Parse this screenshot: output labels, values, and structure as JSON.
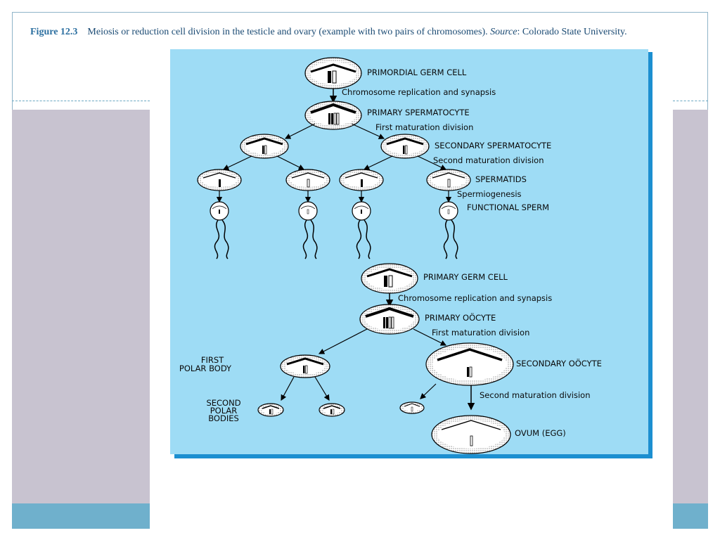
{
  "caption": {
    "figure_label": "Figure 12.3",
    "text_before_source": "Meiosis or reduction cell division in the testicle and ovary (example with two pairs of chromosomes). ",
    "source_word": "Source",
    "source_rest": ": Colorado State University."
  },
  "diagram": {
    "spermatogenesis": {
      "primordial_germ_cell": "PRIMORDIAL GERM CELL",
      "replication": "Chromosome replication and synapsis",
      "primary_spermatocyte": "PRIMARY SPERMATOCYTE",
      "first_division": "First maturation division",
      "secondary_spermatocyte": "SECONDARY SPERMATOCYTE",
      "second_division": "Second maturation division",
      "spermatids": "SPERMATIDS",
      "spermiogenesis": "Spermiogenesis",
      "functional_sperm": "FUNCTIONAL SPERM"
    },
    "oogenesis": {
      "primary_germ_cell": "PRIMARY GERM CELL",
      "replication": "Chromosome replication and synapsis",
      "primary_oocyte": "PRIMARY OÖCYTE",
      "first_division": "First maturation division",
      "first_polar_body_line1": "FIRST",
      "first_polar_body_line2": "POLAR BODY",
      "secondary_oocyte": "SECONDARY OÖCYTE",
      "second_division": "Second maturation division",
      "second_polar_line1": "SECOND",
      "second_polar_line2": "POLAR",
      "second_polar_line3": "BODIES",
      "ovum": "OVUM (EGG)"
    }
  }
}
